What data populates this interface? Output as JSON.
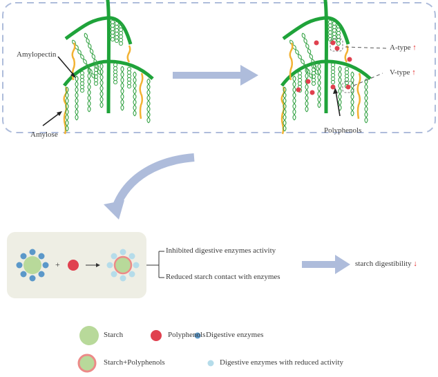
{
  "top_panel": {
    "left_structure": {
      "amylopectin_label": "Amylopectin",
      "amylose_label": "Amylose"
    },
    "right_structure": {
      "a_type_label": "A-type",
      "v_type_label": "V-type",
      "polyphenols_label": "Polyphenols",
      "a_type_trend": "↑",
      "v_type_trend": "↑"
    }
  },
  "mechanism": {
    "plus_symbol": "+",
    "effects": [
      "Inhibited digestive enzymes activity",
      "Reduced starch contact with enzymes"
    ],
    "result_label": "starch digestibility",
    "result_trend": "↓"
  },
  "legend": {
    "items": [
      {
        "label": "Starch"
      },
      {
        "label": "Polyphenols"
      },
      {
        "label": "Digestive enzymes"
      },
      {
        "label": "Starch+Polyphenols"
      },
      {
        "label": "Digestive enzymes with reduced activity"
      }
    ]
  },
  "colors": {
    "starch_green": "#b8d99a",
    "polyphenol_red": "#e0414f",
    "enzyme_blue": "#5b98c9",
    "enzyme_light_blue": "#b5dcea",
    "amylose_orange": "#f2b233",
    "amylopectin_green": "#1fa33a",
    "arrow_blue": "#aebcdb",
    "panel_bg": "#eeeee4",
    "trend_red": "#e02020"
  }
}
